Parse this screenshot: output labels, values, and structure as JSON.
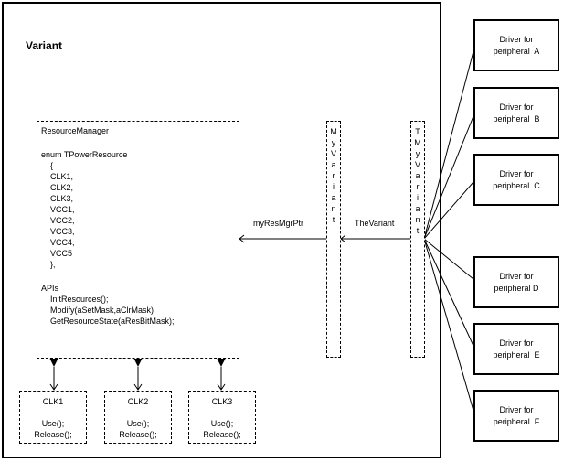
{
  "diagram": {
    "container_title": "Variant",
    "resource_manager": {
      "name": "ResourceManager",
      "enum_header": "enum TPowerResource",
      "open_brace": "{",
      "enum_values": [
        "CLK1,",
        "CLK2,",
        "CLK3,",
        "VCC1,",
        "VCC2,",
        "VCC3,",
        "VCC4,",
        "VCC5"
      ],
      "close_brace": "};",
      "apis_header": "APIs",
      "apis": [
        "InitResources();",
        "Modify(aSetMask,aClrMask)",
        "GetResourceState(aResBitMask);"
      ]
    },
    "clocks": [
      {
        "name": "CLK1",
        "method1": "Use();",
        "method2": "Release();"
      },
      {
        "name": "CLK2",
        "method1": "Use();",
        "method2": "Release();"
      },
      {
        "name": "CLK3",
        "method1": "Use();",
        "method2": "Release();"
      }
    ],
    "my_variant": {
      "label": "MyVariant"
    },
    "t_my_variant": {
      "label": "TMyVariant"
    },
    "edge_labels": {
      "res_mgr_ptr": "myResMgrPtr",
      "the_variant": "TheVariant"
    },
    "drivers": [
      {
        "line1": "Driver for",
        "line2": "peripheral  A"
      },
      {
        "line1": "Driver for",
        "line2": "peripheral  B"
      },
      {
        "line1": "Driver for",
        "line2": "peripheral  C"
      },
      {
        "line1": "Driver for",
        "line2": "peripheral D"
      },
      {
        "line1": "Driver for",
        "line2": "peripheral  E"
      },
      {
        "line1": "Driver for",
        "line2": "peripheral  F"
      }
    ]
  }
}
